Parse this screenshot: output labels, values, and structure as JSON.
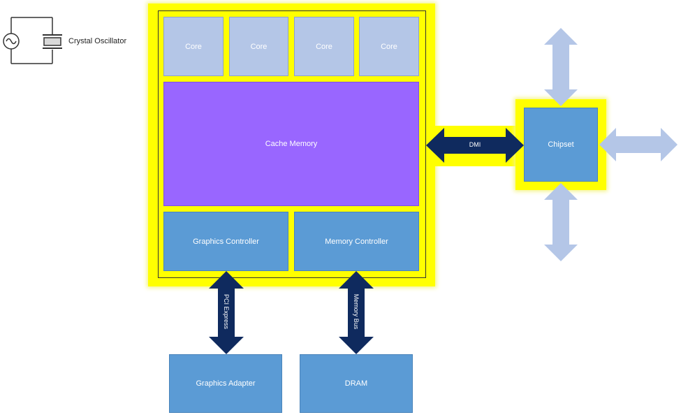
{
  "oscillator": {
    "label": "Crystal Oscillator"
  },
  "cpu": {
    "cores": [
      "Core",
      "Core",
      "Core",
      "Core"
    ],
    "cache_label": "Cache Memory",
    "graphics_controller_label": "Graphics Controller",
    "memory_controller_label": "Memory Controller"
  },
  "chipset": {
    "label": "Chipset"
  },
  "links": {
    "dmi_label": "DMI",
    "pci_label": "PCI Express",
    "memory_bus_label": "Memory Bus"
  },
  "devices": {
    "graphics_adapter_label": "Graphics Adapter",
    "dram_label": "DRAM"
  },
  "colors": {
    "highlight": "#ffff00",
    "core": "#b4c6e7",
    "cache": "#9966ff",
    "controller": "#5b9bd5",
    "bus_arrow": "#0f2a5e",
    "io_arrow": "#b4c6e7"
  }
}
